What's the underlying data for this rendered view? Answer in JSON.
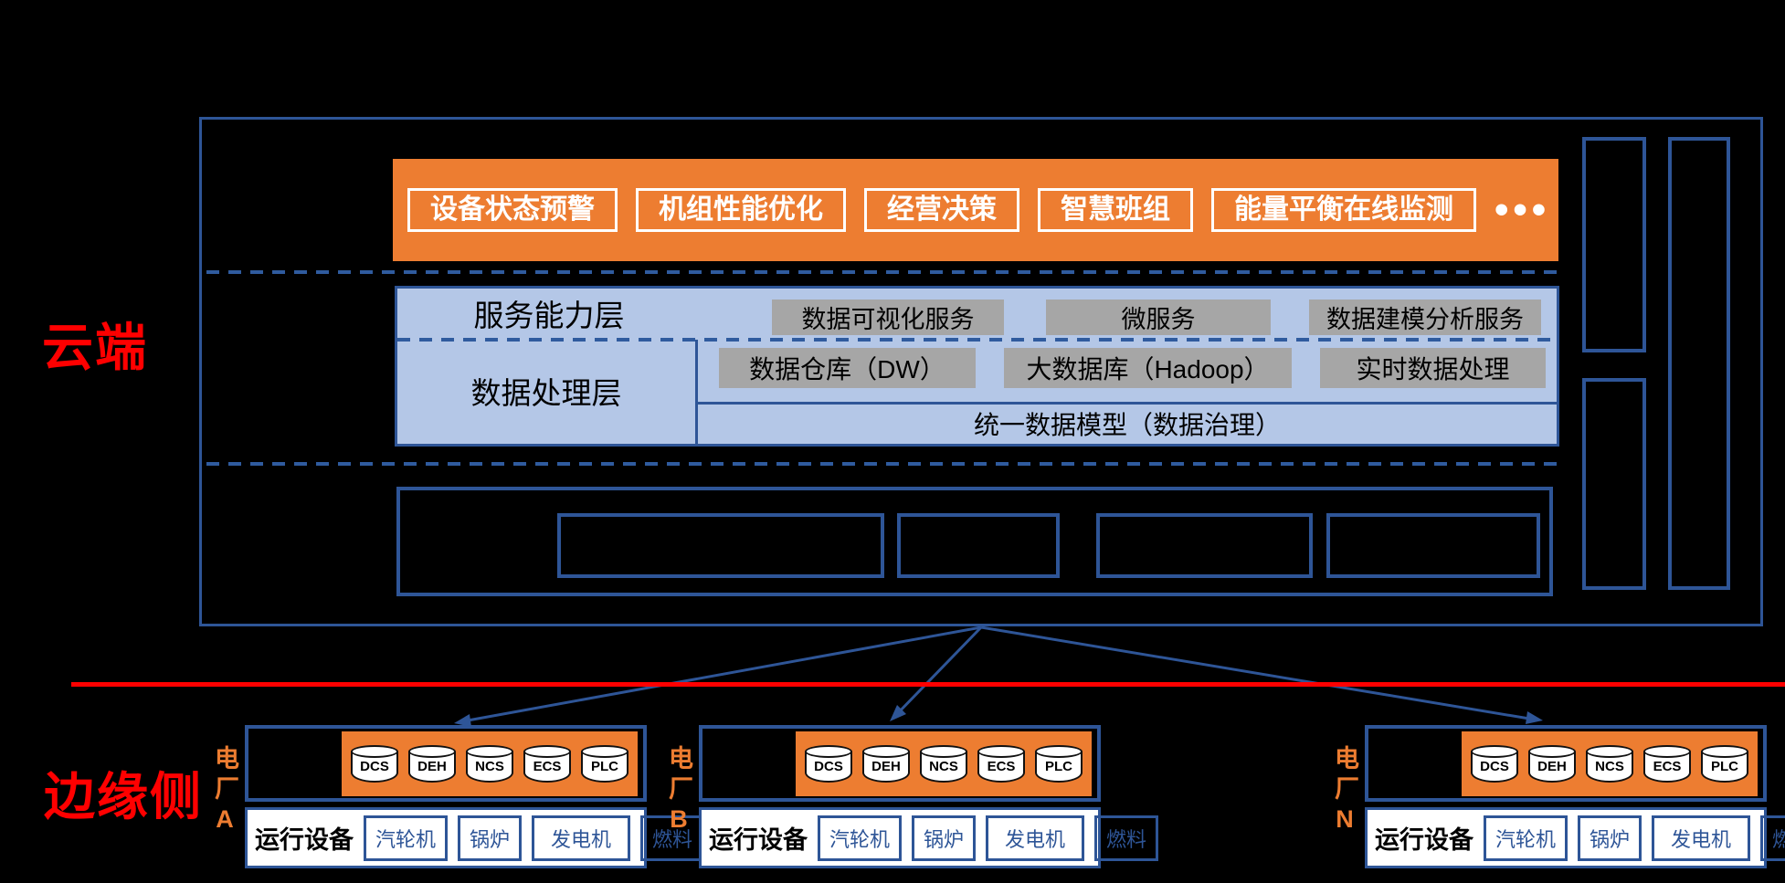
{
  "colors": {
    "accent_orange": "#ED7D31",
    "panel_blue": "#B4C7E7",
    "border_navy": "#2E5597",
    "box_gray": "#A6A6A6",
    "label_red": "#FF0000",
    "divider_red": "#FF0000"
  },
  "cloud": {
    "section_label": "云端",
    "app_bar": {
      "items": [
        "设备状态预警",
        "机组性能优化",
        "经营决策",
        "智慧班组",
        "能量平衡在线监测"
      ],
      "more": "•••"
    },
    "service_layer": {
      "label": "服务能力层",
      "services": [
        "数据可视化服务",
        "微服务",
        "数据建模分析服务"
      ]
    },
    "data_layer": {
      "label": "数据处理层",
      "stores": [
        "数据仓库（DW）",
        "大数据库（Hadoop）",
        "实时数据处理"
      ],
      "unified_model": "统一数据模型（数据治理）"
    }
  },
  "edge": {
    "section_label": "边缘侧",
    "plants": [
      {
        "label": "电厂A"
      },
      {
        "label": "电厂B"
      },
      {
        "label": "电厂N"
      }
    ],
    "systems": [
      "DCS",
      "DEH",
      "NCS",
      "ECS",
      "PLC"
    ],
    "devices_label": "运行设备",
    "devices": [
      "汽轮机",
      "锅炉",
      "发电机",
      "燃料"
    ]
  }
}
